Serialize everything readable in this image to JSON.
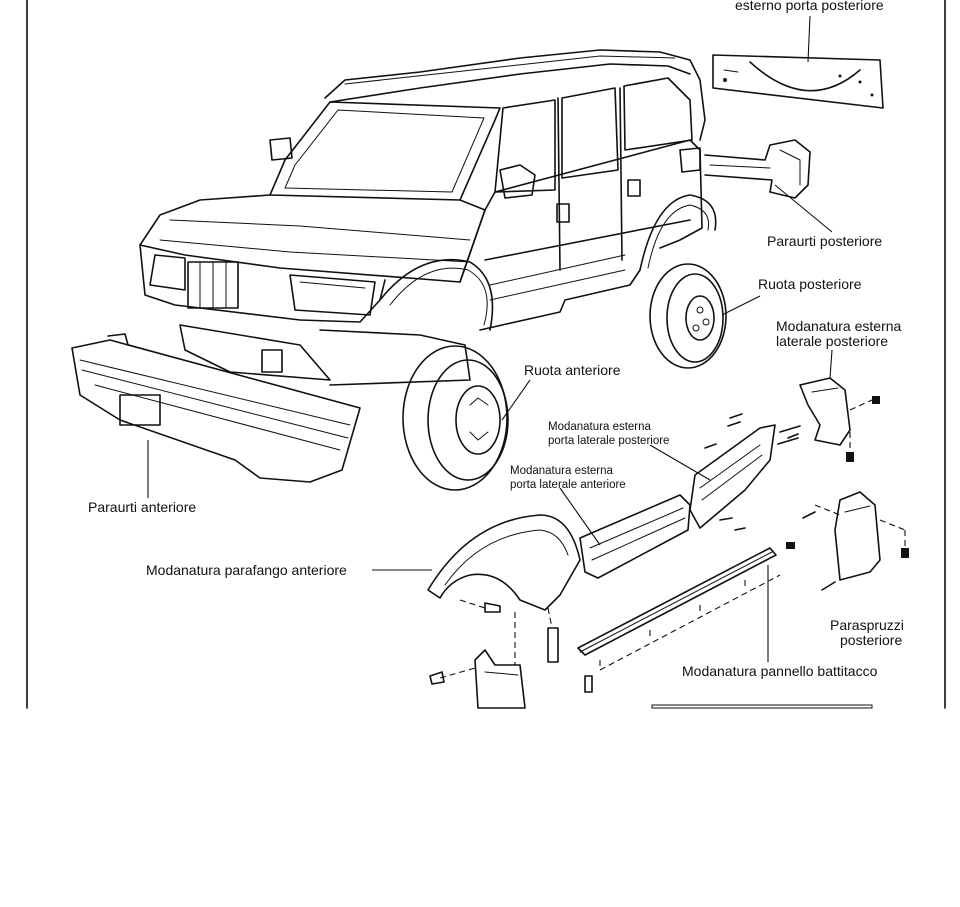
{
  "labels": {
    "top_right_partial": "esterno porta posteriore",
    "rear_bumper": "Paraurti posteriore",
    "rear_wheel": "Ruota posteriore",
    "rear_side_molding_line1": "Modanatura esterna",
    "rear_side_molding_line2": "laterale posteriore",
    "front_wheel": "Ruota anteriore",
    "rear_door_molding_line1": "Modanatura esterna",
    "rear_door_molding_line2": "porta laterale posteriore",
    "front_door_molding_line1": "Modanatura esterna",
    "front_door_molding_line2": "porta laterale anteriore",
    "front_bumper": "Paraurti anteriore",
    "front_fender_molding": "Modanatura parafango anteriore",
    "mudflap_line1": "Paraspruzzi",
    "mudflap_line2": "posteriore",
    "rocker_molding": "Modanatura pannello battitacco"
  }
}
